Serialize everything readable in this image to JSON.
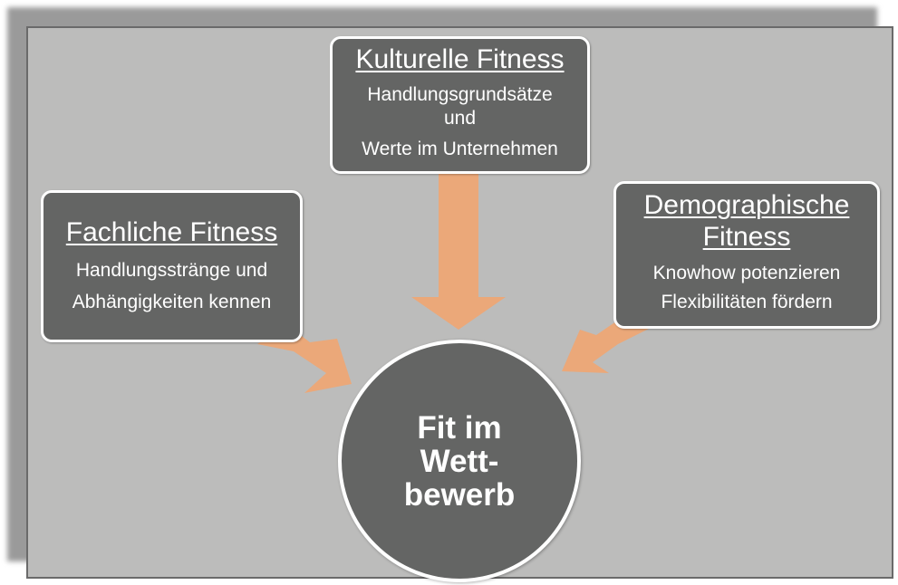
{
  "diagram": {
    "colors": {
      "panel_bg": "#bcbcbb",
      "box_fill": "#646564",
      "box_border": "#ffffff",
      "arrow": "#eba879",
      "text": "#ffffff"
    },
    "kulturell": {
      "title": "Kulturelle Fitness",
      "line1": "Handlungsgrundsätze",
      "line2": "und",
      "line3": "Werte im Unternehmen"
    },
    "fachlich": {
      "title": "Fachliche Fitness",
      "line1": "Handlungsstränge und",
      "line2": "Abhängigkeiten kennen"
    },
    "demographisch": {
      "title_line1": "Demographische",
      "title_line2": "Fitness",
      "line1": "Knowhow potenzieren",
      "line2": "Flexibilitäten fördern"
    },
    "center": {
      "line1": "Fit im",
      "line2": "Wett-",
      "line3": "bewerb"
    }
  }
}
